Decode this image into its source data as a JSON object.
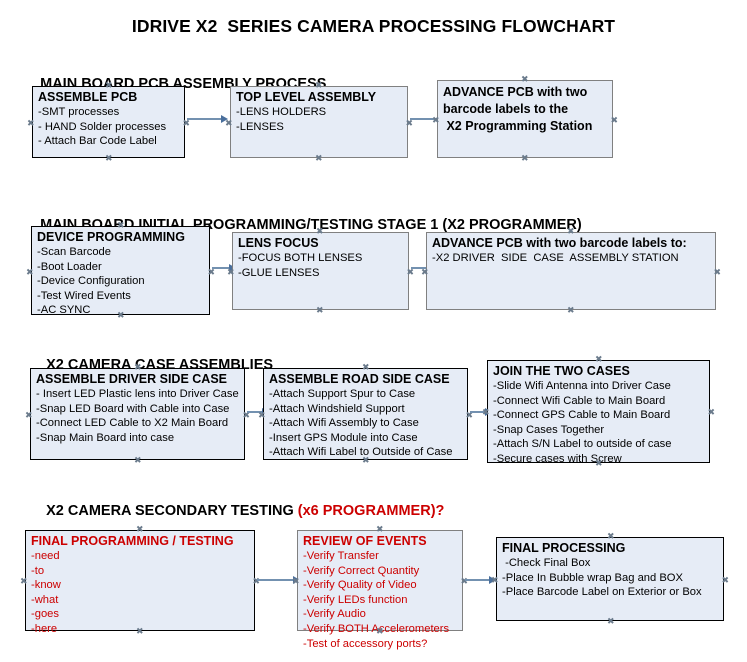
{
  "document": {
    "title": "IDRIVE X2  SERIES CAMERA PROCESSING FLOWCHART"
  },
  "sections": [
    {
      "heading": "MAIN BOARD PCB ASSEMBLY PROCESS",
      "heading_red": "",
      "nodes": [
        {
          "title": "ASSEMBLE PCB",
          "lines": [
            "-SMT processes",
            "- HAND Solder processes",
            "- Attach Bar Code Label"
          ]
        },
        {
          "title": "TOP LEVEL ASSEMBLY",
          "lines": [
            "-LENS HOLDERS",
            "-LENSES"
          ]
        },
        {
          "title_lines": [
            "ADVANCE PCB with two",
            "barcode labels to the",
            " X2 Programming Station"
          ],
          "lines": []
        }
      ]
    },
    {
      "heading": "MAIN BOARD INITIAL PROGRAMMING/TESTING STAGE 1 (X2 PROGRAMMER)",
      "heading_red": "",
      "nodes": [
        {
          "title": "DEVICE PROGRAMMING",
          "lines": [
            "-Scan Barcode",
            "-Boot Loader",
            "-Device Configuration",
            "-Test Wired Events",
            "-AC SYNC"
          ]
        },
        {
          "title": "LENS FOCUS",
          "lines": [
            "-FOCUS BOTH LENSES",
            "-GLUE LENSES"
          ]
        },
        {
          "title": "ADVANCE PCB with two barcode labels to:",
          "lines": [
            "-X2 DRIVER  SIDE  CASE  ASSEMBLY STATION"
          ]
        }
      ]
    },
    {
      "heading": "X2 CAMERA CASE ASSEMBLIES",
      "heading_red": "",
      "nodes": [
        {
          "title": "ASSEMBLE DRIVER SIDE CASE",
          "lines": [
            "- Insert LED Plastic lens into Driver Case",
            "-Snap LED Board with Cable into Case",
            "-Connect LED Cable to X2 Main Board",
            "-Snap Main Board into case"
          ]
        },
        {
          "title": "ASSEMBLE ROAD SIDE CASE",
          "lines": [
            "-Attach Support Spur to Case",
            "-Attach Windshield Support",
            "-Attach Wifi Assembly to Case",
            "-Insert GPS Module into Case",
            "-Attach Wifi Label to Outside of Case"
          ]
        },
        {
          "title": "JOIN THE TWO CASES",
          "lines": [
            "-Slide Wifi Antenna into Driver Case",
            "-Connect Wifi Cable to Main Board",
            "-Connect GPS Cable to Main Board",
            "-Snap Cases Together",
            "-Attach S/N Label to outside of case",
            "-Secure cases with Screw"
          ]
        }
      ]
    },
    {
      "heading": "X2 CAMERA SECONDARY TESTING ",
      "heading_red": "(x6 PROGRAMMER)?",
      "nodes": [
        {
          "title": "FINAL PROGRAMMING / TESTING",
          "lines": [
            "-need",
            "-to",
            "-know",
            "-what",
            "-goes",
            "-here"
          ]
        },
        {
          "title": "REVIEW OF EVENTS",
          "lines": [
            "-Verify Transfer",
            "-Verify Correct Quantity",
            "-Verify Quality of Video",
            "-Verify LEDs function",
            "-Verify Audio",
            "-Verify BOTH Accelerometers",
            "-Test of accessory ports?"
          ]
        },
        {
          "title": "FINAL PROCESSING",
          "lines": [
            " -Check Final Box",
            "-Place In Bubble wrap Bag and BOX",
            "-Place Barcode Label on Exterior or Box"
          ]
        }
      ]
    }
  ],
  "colors": {
    "node_fill": "#e6ecf6",
    "node_border_black": "#000000",
    "node_border_gray": "#808080",
    "connector": "#7391b0",
    "accent_red": "#cc0000",
    "text": "#000000"
  },
  "connector_icon": "arrow-right-icon",
  "handle_icon": "connection-handle-icon"
}
